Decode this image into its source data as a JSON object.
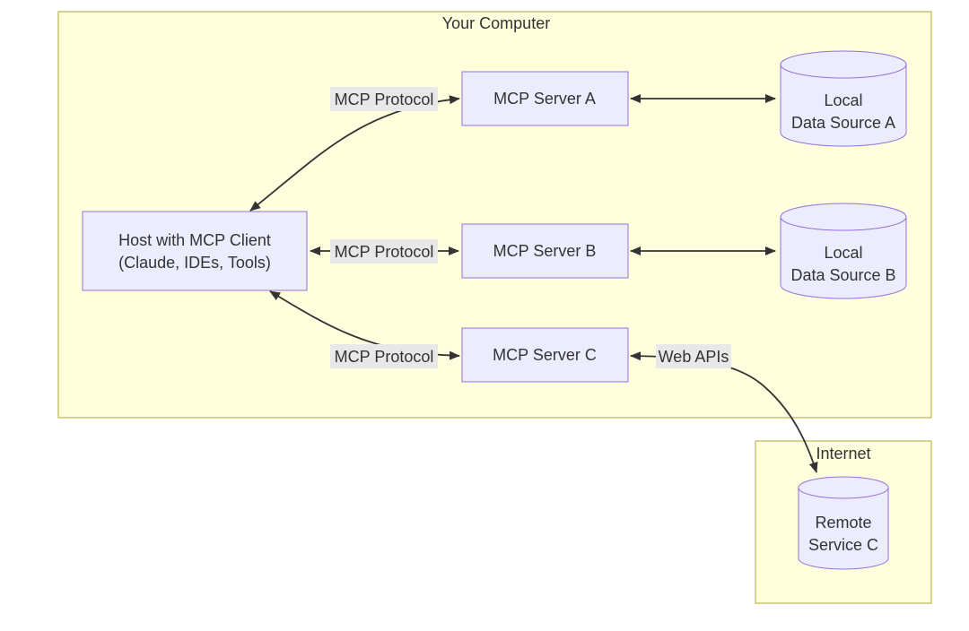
{
  "diagram": {
    "type": "architecture-flowchart",
    "containers": {
      "computer": {
        "label": "Your Computer"
      },
      "internet": {
        "label": "Internet"
      }
    },
    "nodes": {
      "host": {
        "lines": [
          "Host with MCP Client",
          "(Claude, IDEs, Tools)"
        ],
        "shape": "rectangle"
      },
      "server_a": {
        "label": "MCP Server A",
        "shape": "rectangle"
      },
      "server_b": {
        "label": "MCP Server B",
        "shape": "rectangle"
      },
      "server_c": {
        "label": "MCP Server C",
        "shape": "rectangle"
      },
      "data_source_a": {
        "lines": [
          "Local",
          "Data Source A"
        ],
        "shape": "cylinder"
      },
      "data_source_b": {
        "lines": [
          "Local",
          "Data Source B"
        ],
        "shape": "cylinder"
      },
      "remote_service_c": {
        "lines": [
          "Remote",
          "Service C"
        ],
        "shape": "cylinder"
      }
    },
    "edges": {
      "host_server_a": {
        "label": "MCP Protocol",
        "bidirectional": true
      },
      "host_server_b": {
        "label": "MCP Protocol",
        "bidirectional": true
      },
      "host_server_c": {
        "label": "MCP Protocol",
        "bidirectional": true
      },
      "server_a_data_a": {
        "label": "",
        "bidirectional": true
      },
      "server_b_data_b": {
        "label": "",
        "bidirectional": true
      },
      "server_c_remote": {
        "label": "Web APIs",
        "bidirectional": true
      }
    },
    "colors": {
      "container_fill": "#ffffde",
      "container_border": "#aaaa33",
      "node_fill": "#ececff",
      "node_border": "#9370db",
      "edge_line": "#333333",
      "edge_label_bg": "#e8e8e8",
      "text": "#333333",
      "page_background": "#ffffff"
    }
  }
}
